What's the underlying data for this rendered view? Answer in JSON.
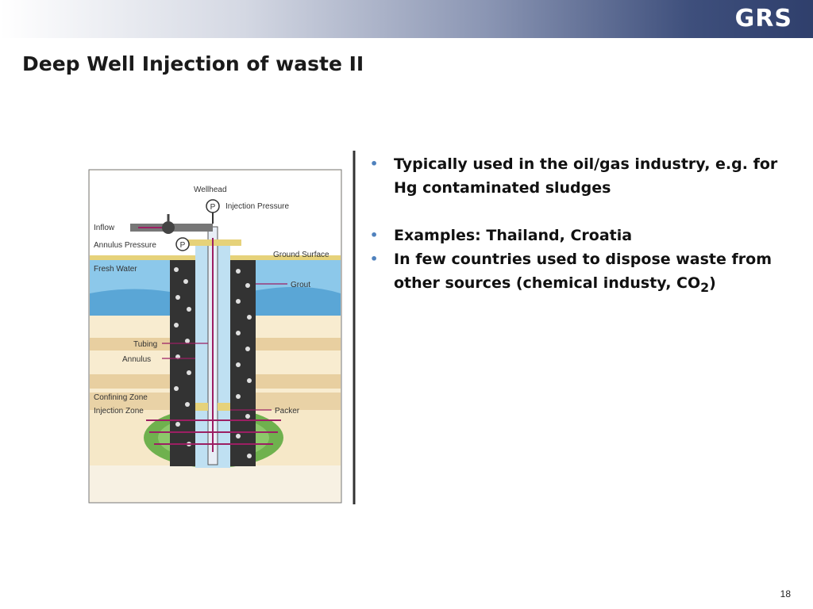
{
  "header": {
    "logo_text": "GRS"
  },
  "title": "Deep Well Injection of waste II",
  "diagram": {
    "labels": {
      "wellhead": "Wellhead",
      "injection_pressure": "Injection Pressure",
      "inflow": "Inflow",
      "annulus_pressure": "Annulus Pressure",
      "ground_surface": "Ground Surface",
      "fresh_water": "Fresh Water",
      "grout": "Grout",
      "tubing": "Tubing",
      "annulus": "Annulus",
      "confining_zone": "Confining Zone",
      "injection_zone": "Injection Zone",
      "packer": "Packer",
      "gauge_letter": "P"
    },
    "colors": {
      "water": "#7fbfe3",
      "sand": "#f6e7c5",
      "band": "#e7cfa3",
      "injection_zone": "#6fb14e",
      "arrow": "#9c1f63"
    }
  },
  "bullets": [
    {
      "text": "Typically used in the oil/gas industry, e.g. for Hg contaminated sludges"
    },
    {
      "text": "Examples:  Thailand, Croatia"
    },
    {
      "text_main": "In few countries used to dispose waste from other sources (chemical industy, CO",
      "sub": "2",
      "tail": ")"
    }
  ],
  "footer": {
    "page_number": "18"
  }
}
